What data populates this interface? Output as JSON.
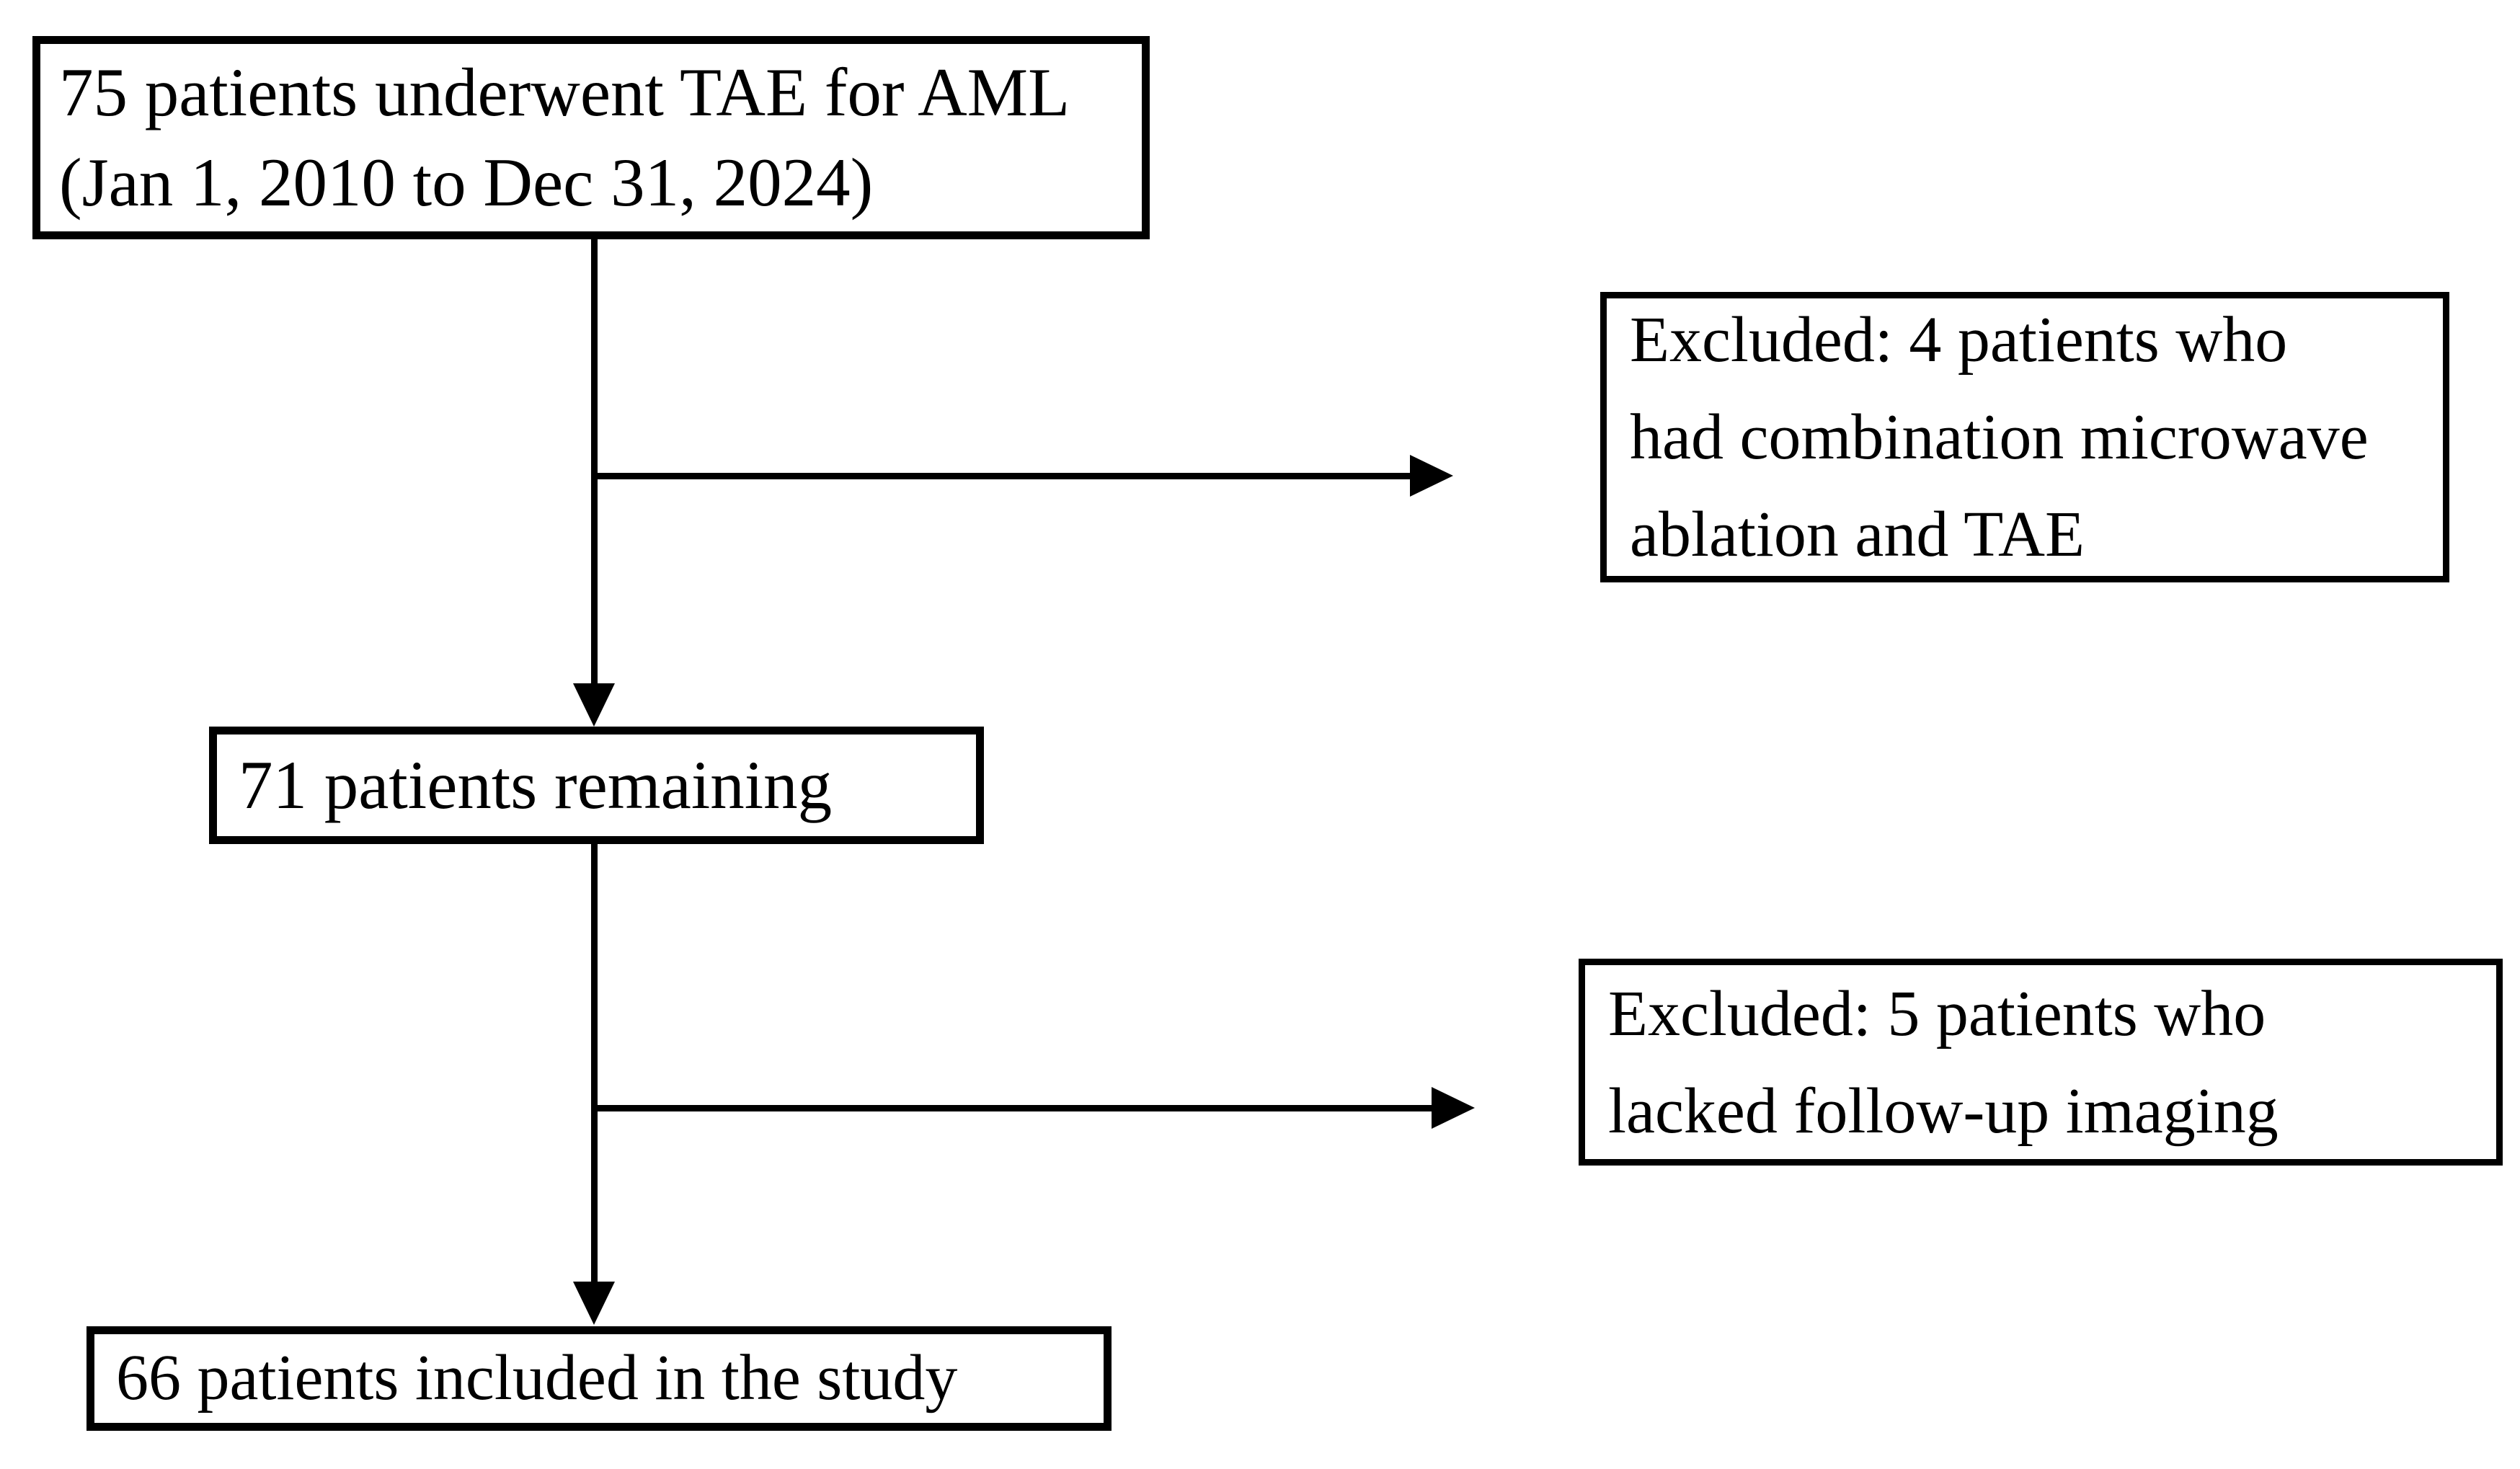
{
  "colors": {
    "background": "#ffffff",
    "line": "#000000",
    "text": "#000000"
  },
  "flowchart": {
    "nodes": {
      "enrolled": {
        "text": "75 patients underwent TAE for AML\n(Jan 1, 2010 to Dec 31, 2024)"
      },
      "excluded_1": {
        "text": "Excluded: 4 patients who\nhad combination microwave\nablation and TAE"
      },
      "remaining": {
        "text": "71 patients remaining"
      },
      "excluded_2": {
        "text": "Excluded: 5 patients who\nlacked follow-up imaging"
      },
      "included": {
        "text": "66 patients included in the study"
      }
    }
  }
}
